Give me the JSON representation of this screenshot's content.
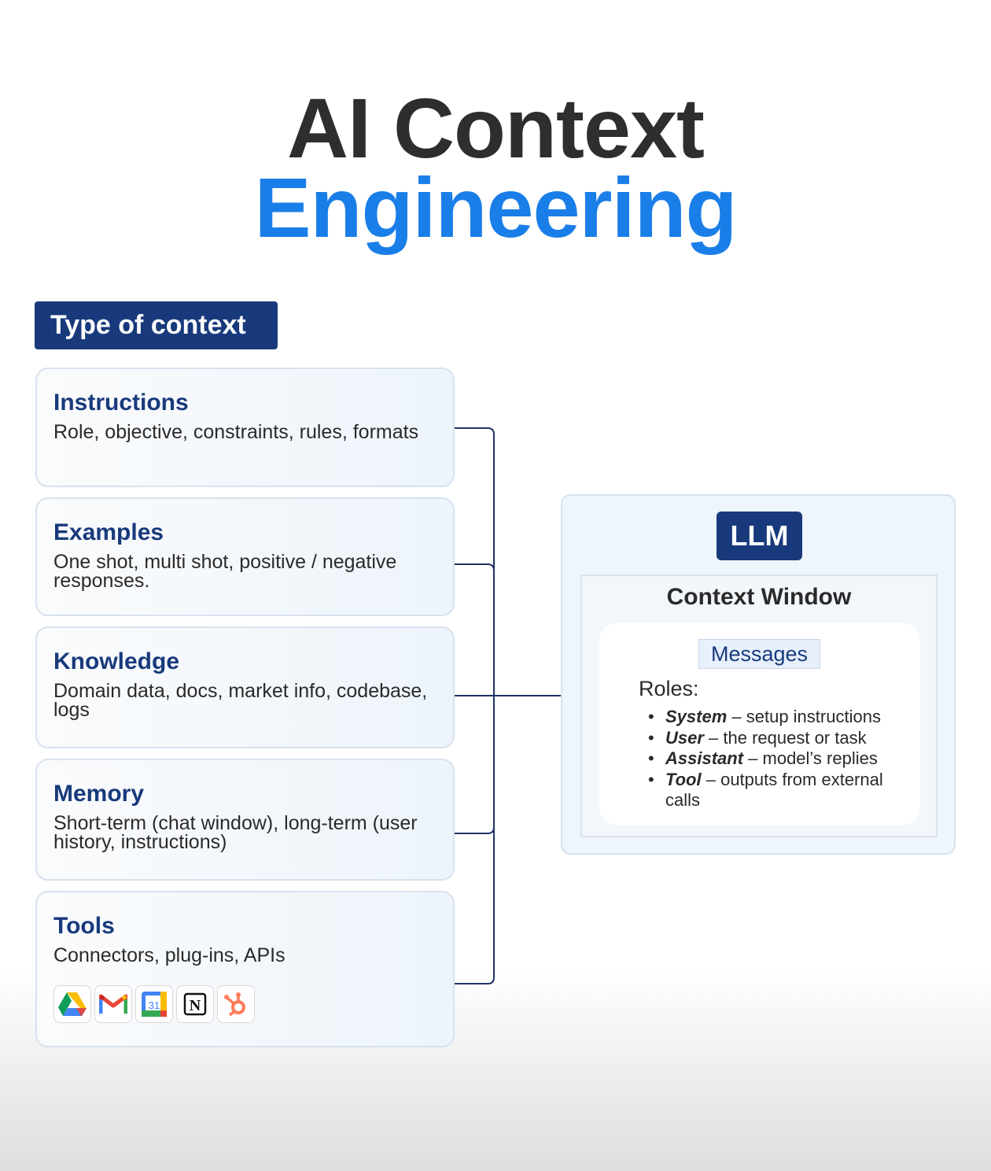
{
  "title": {
    "line1": "AI Context",
    "line2": "Engineering"
  },
  "section_label": "Type of context",
  "cards": [
    {
      "title": "Instructions",
      "desc": "Role, objective, constraints, rules, formats"
    },
    {
      "title": "Examples",
      "desc": "One shot, multi shot, positive / negative responses."
    },
    {
      "title": "Knowledge",
      "desc": "Domain data, docs, market info, codebase, logs"
    },
    {
      "title": "Memory",
      "desc": "Short-term (chat window), long-term (user history, instructions)"
    },
    {
      "title": "Tools",
      "desc": "Connectors, plug-ins, APIs"
    }
  ],
  "tool_icons": [
    "google-drive-icon",
    "gmail-icon",
    "google-calendar-icon",
    "notion-icon",
    "hubspot-icon"
  ],
  "calendar_icon_text": "31",
  "notion_icon_text": "N",
  "llm": {
    "badge": "LLM",
    "context_window_title": "Context Window",
    "messages_label": "Messages",
    "roles_label": "Roles:",
    "roles": [
      {
        "name": "System",
        "desc": " – setup instructions"
      },
      {
        "name": "User",
        "desc": " – the request or task"
      },
      {
        "name": "Assistant",
        "desc": " – model’s replies"
      },
      {
        "name": "Tool",
        "desc": " – outputs from external calls"
      }
    ]
  },
  "colors": {
    "title_dark": "#2e2e2e",
    "title_accent": "#1a7ee8",
    "navy": "#183a7c",
    "card_border": "#d7e2ee"
  }
}
